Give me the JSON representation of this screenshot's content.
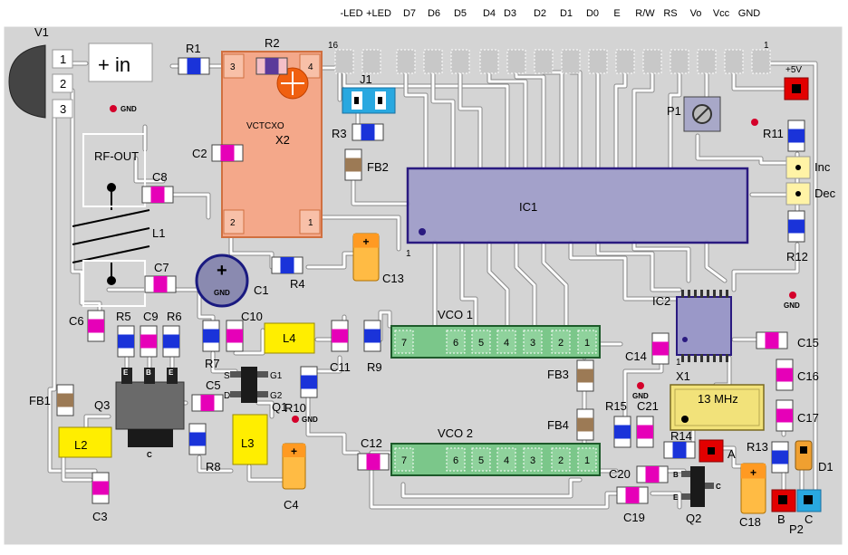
{
  "header_pins": [
    "-LED",
    "+LED",
    "D7",
    "D6",
    "D5",
    "D4",
    "D3",
    "D2",
    "D1",
    "D0",
    "E",
    "R/W",
    "RS",
    "Vo",
    "Vcc",
    "GND"
  ],
  "header_numbers": {
    "left": "16",
    "right": "1"
  },
  "components": {
    "V1": "V1",
    "R1": "R1",
    "R2": "R2",
    "R3": "R3",
    "R4": "R4",
    "R5": "R5",
    "R6": "R6",
    "R7": "R7",
    "R8": "R8",
    "R9": "R9",
    "R10": "R10",
    "R11": "R11",
    "R12": "R12",
    "R13": "R13",
    "R14": "R14",
    "R15": "R15",
    "C1": "C1",
    "C2": "C2",
    "C3": "C3",
    "C4": "C4",
    "C5": "C5",
    "C6": "C6",
    "C7": "C7",
    "C8": "C8",
    "C9": "C9",
    "C10": "C10",
    "C11": "C11",
    "C12": "C12",
    "C13": "C13",
    "C14": "C14",
    "C15": "C15",
    "C16": "C16",
    "C17": "C17",
    "C18": "C18",
    "C19": "C19",
    "C20": "C20",
    "C21": "C21",
    "FB1": "FB1",
    "FB2": "FB2",
    "FB3": "FB3",
    "FB4": "FB4",
    "L1": "L1",
    "L2": "L2",
    "L3": "L3",
    "L4": "L4",
    "Q1": "Q1",
    "Q2": "Q2",
    "Q3": "Q3",
    "IC1": "IC1",
    "IC2": "IC2",
    "X1": "X1",
    "X2": "X2",
    "J1": "J1",
    "P1": "P1",
    "P2": "P2",
    "D1": "D1"
  },
  "labels": {
    "plus_in": "+ in",
    "rf_out": "RF-OUT",
    "vctcxo": "VCTCXO",
    "plus5v": "+5V",
    "inc": "Inc",
    "dec": "Dec",
    "vco1": "VCO 1",
    "vco2": "VCO 2",
    "crystal": "13 MHz",
    "gnd": "GND",
    "one": "1",
    "a": "A",
    "b": "B",
    "c": "C",
    "e": "E",
    "s": "S",
    "d": "D",
    "g1": "G1",
    "g2": "G2",
    "plus": "+"
  },
  "pin_numbers": {
    "v1": [
      "1",
      "2",
      "3"
    ],
    "x2": [
      "3",
      "4",
      "2",
      "1"
    ]
  },
  "vco_pins": [
    "7",
    "6",
    "5",
    "4",
    "3",
    "2",
    "1"
  ],
  "colors": {
    "board": "#d4d4d4",
    "trace": "#ffffff",
    "resistor_body": "#1a33d9",
    "capacitor_body": "#e600b8",
    "ferrite": "#9c7a55",
    "inductor": "#ffee00",
    "ic_fill": "#9a98c8",
    "ic_border": "#2a1a80",
    "vco": "#7bc78a",
    "vco_border": "#1d5a2a",
    "crystal_osc": "#f4a080",
    "crystal": "#f2e27a",
    "tantalum": "#ffbb44",
    "gnd_dot": "#d4002a",
    "red_pad": "#e20000",
    "yellow_pad": "#fff3a6",
    "cyan": "#29a8e0"
  }
}
